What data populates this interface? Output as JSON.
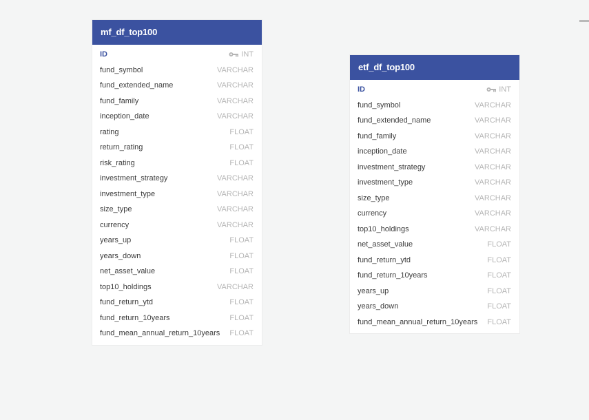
{
  "tables": [
    {
      "name": "mf_df_top100",
      "columns": [
        {
          "name": "ID",
          "type": "INT",
          "pk": true
        },
        {
          "name": "fund_symbol",
          "type": "VARCHAR"
        },
        {
          "name": "fund_extended_name",
          "type": "VARCHAR"
        },
        {
          "name": "fund_family",
          "type": "VARCHAR"
        },
        {
          "name": "inception_date",
          "type": "VARCHAR"
        },
        {
          "name": "rating",
          "type": "FLOAT"
        },
        {
          "name": "return_rating",
          "type": "FLOAT"
        },
        {
          "name": "risk_rating",
          "type": "FLOAT"
        },
        {
          "name": "investment_strategy",
          "type": "VARCHAR"
        },
        {
          "name": "investment_type",
          "type": "VARCHAR"
        },
        {
          "name": "size_type",
          "type": "VARCHAR"
        },
        {
          "name": "currency",
          "type": "VARCHAR"
        },
        {
          "name": "years_up",
          "type": "FLOAT"
        },
        {
          "name": "years_down",
          "type": "FLOAT"
        },
        {
          "name": "net_asset_value",
          "type": "FLOAT"
        },
        {
          "name": "top10_holdings",
          "type": "VARCHAR"
        },
        {
          "name": "fund_return_ytd",
          "type": "FLOAT"
        },
        {
          "name": "fund_return_10years",
          "type": "FLOAT"
        },
        {
          "name": "fund_mean_annual_return_10years",
          "type": "FLOAT"
        }
      ]
    },
    {
      "name": "etf_df_top100",
      "columns": [
        {
          "name": "ID",
          "type": "INT",
          "pk": true
        },
        {
          "name": "fund_symbol",
          "type": "VARCHAR"
        },
        {
          "name": "fund_extended_name",
          "type": "VARCHAR"
        },
        {
          "name": "fund_family",
          "type": "VARCHAR"
        },
        {
          "name": "inception_date",
          "type": "VARCHAR"
        },
        {
          "name": "investment_strategy",
          "type": "VARCHAR"
        },
        {
          "name": "investment_type",
          "type": "VARCHAR"
        },
        {
          "name": "size_type",
          "type": "VARCHAR"
        },
        {
          "name": "currency",
          "type": "VARCHAR"
        },
        {
          "name": "top10_holdings",
          "type": "VARCHAR"
        },
        {
          "name": "net_asset_value",
          "type": "FLOAT"
        },
        {
          "name": "fund_return_ytd",
          "type": "FLOAT"
        },
        {
          "name": "fund_return_10years",
          "type": "FLOAT"
        },
        {
          "name": "years_up",
          "type": "FLOAT"
        },
        {
          "name": "years_down",
          "type": "FLOAT"
        },
        {
          "name": "fund_mean_annual_return_10years",
          "type": "FLOAT"
        }
      ]
    }
  ],
  "colors": {
    "header": "#3b52a0",
    "primary_key": "#3b52a0",
    "type_text": "#b5b5b5",
    "canvas": "#f4f5f5"
  },
  "icons": {
    "primary_key": "key-icon"
  }
}
